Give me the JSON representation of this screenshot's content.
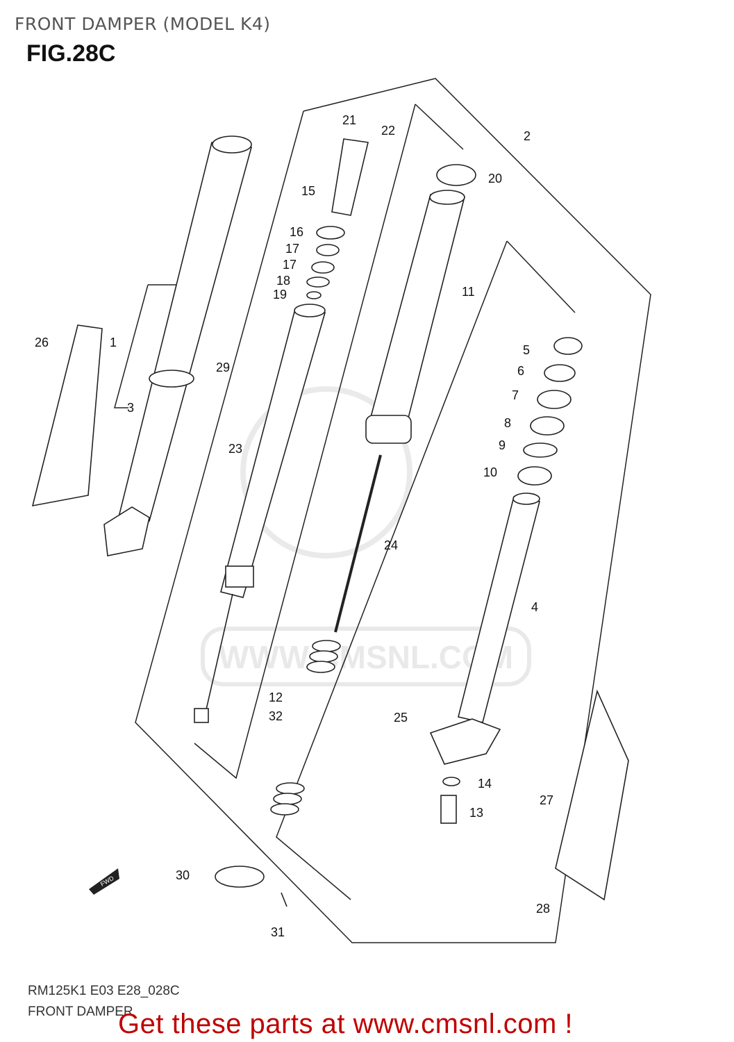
{
  "header": {
    "title": "FRONT DAMPER (MODEL K4)",
    "figure": "FIG.28C"
  },
  "diagram": {
    "part_labels": [
      "21",
      "22",
      "2",
      "20",
      "15",
      "16",
      "17",
      "17",
      "18",
      "19",
      "11",
      "26",
      "1",
      "29",
      "5",
      "6",
      "3",
      "7",
      "8",
      "23",
      "9",
      "10",
      "24",
      "4",
      "12",
      "32",
      "25",
      "14",
      "27",
      "13",
      "30",
      "28",
      "31"
    ],
    "watermark": "WWW.CMSNL.COM",
    "direction_arrow": "FWD"
  },
  "footer": {
    "code": "RM125K1 E03 E28_028C",
    "caption": "FRONT DAMPER",
    "promo": "Get these parts at www.cmsnl.com !",
    "promo_color": "#c00000"
  }
}
